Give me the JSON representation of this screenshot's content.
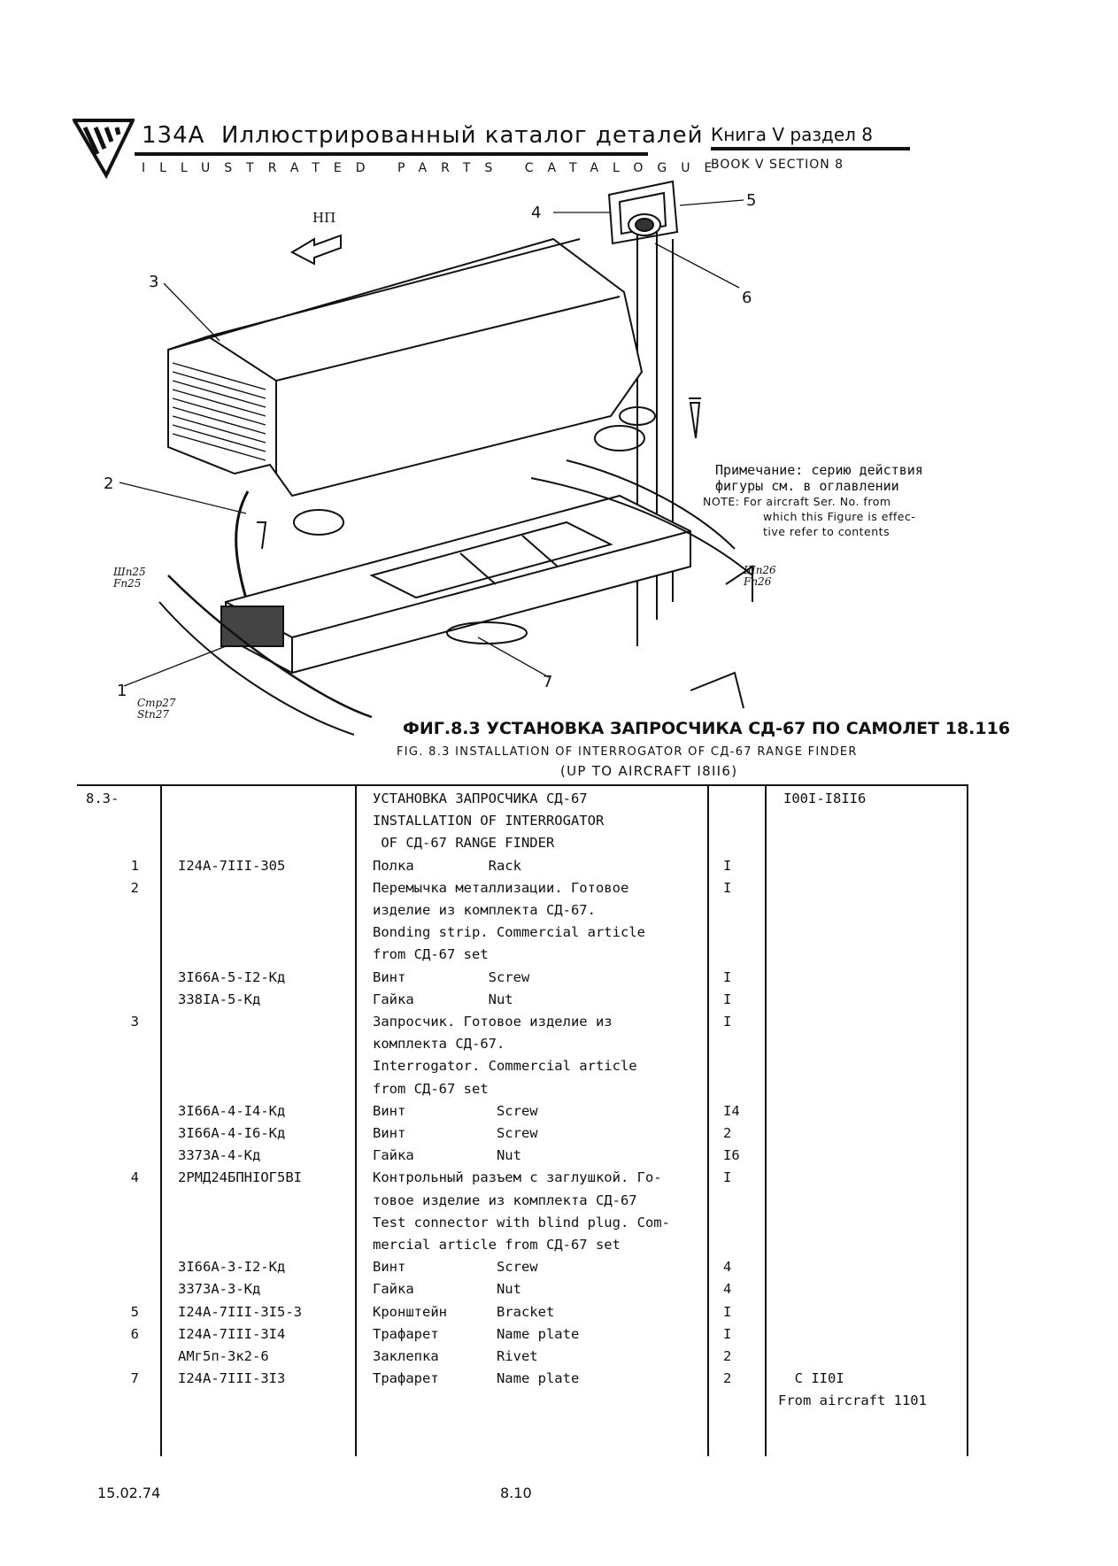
{
  "header": {
    "model": "134A",
    "title_ru": "Иллюстрированный  каталог  деталей",
    "title_en": "ILLUSTRATED PARTS CATALOGUE",
    "book_ru": "Книга V  раздел 8",
    "book_en": "BOOK  V  SECTION 8"
  },
  "figure": {
    "direction_label": "НП",
    "callouts": [
      "1",
      "2",
      "3",
      "4",
      "5",
      "6",
      "7"
    ],
    "zone_left_top": [
      "Шп25",
      "Fn25"
    ],
    "zone_right": [
      "Шп26",
      "Fn26"
    ],
    "zone_left_bottom": [
      "Стр27",
      "Stn27"
    ],
    "note_ru_1": "Примечание:  серию действия",
    "note_ru_2": "фигуры см. в оглавлении",
    "note_en_1": "NOTE: For aircraft Ser. No. from",
    "note_en_2": "which this Figure is effec-",
    "note_en_3": "tive refer to contents",
    "caption_ru": "ФИГ.8.3  УСТАНОВКА  ЗАПРОСЧИКА СД-67  ПО  САМОЛЕТ 18.116",
    "caption_en_1": "FIG. 8.3 INSTALLATION OF INTERROGATOR OF СД-67 RANGE FINDER",
    "caption_en_2": "(UP TO AIRCRAFT I8II6)"
  },
  "table": {
    "figure_ref": "8.3-",
    "effectivity_header": "I00I-I8II6",
    "rows": [
      {
        "item": "",
        "part": "",
        "desc": "УСТАНОВКА ЗАПРОСЧИКА СД-67",
        "qty": "",
        "eff": ""
      },
      {
        "item": "",
        "part": "",
        "desc": "INSTALLATION OF INTERROGATOR",
        "qty": "",
        "eff": ""
      },
      {
        "item": "",
        "part": "",
        "desc": " OF СД-67 RANGE FINDER",
        "qty": "",
        "eff": ""
      },
      {
        "item": "1",
        "part": "I24A-7III-305",
        "desc": "Полка         Rack",
        "qty": "I",
        "eff": ""
      },
      {
        "item": "2",
        "part": "",
        "desc": "Перемычка металлизации. Готовое",
        "qty": "I",
        "eff": ""
      },
      {
        "item": "",
        "part": "",
        "desc": "изделие из комплекта СД-67.",
        "qty": "",
        "eff": ""
      },
      {
        "item": "",
        "part": "",
        "desc": "Bonding strip. Commercial article",
        "qty": "",
        "eff": ""
      },
      {
        "item": "",
        "part": "",
        "desc": "from СД-67 set",
        "qty": "",
        "eff": ""
      },
      {
        "item": "",
        "part": "3I66A-5-I2-Кд",
        "desc": "Винт          Screw",
        "qty": "I",
        "eff": ""
      },
      {
        "item": "",
        "part": "338IA-5-Кд",
        "desc": "Гайка         Nut",
        "qty": "I",
        "eff": ""
      },
      {
        "item": "3",
        "part": "",
        "desc": "Запросчик. Готовое изделие из",
        "qty": "I",
        "eff": ""
      },
      {
        "item": "",
        "part": "",
        "desc": "комплекта СД-67.",
        "qty": "",
        "eff": ""
      },
      {
        "item": "",
        "part": "",
        "desc": "Interrogator. Commercial article",
        "qty": "",
        "eff": ""
      },
      {
        "item": "",
        "part": "",
        "desc": "from СД-67 set",
        "qty": "",
        "eff": ""
      },
      {
        "item": "",
        "part": "3I66A-4-I4-Кд",
        "desc": "Винт           Screw",
        "qty": "I4",
        "eff": ""
      },
      {
        "item": "",
        "part": "3I66A-4-I6-Кд",
        "desc": "Винт           Screw",
        "qty": "2",
        "eff": ""
      },
      {
        "item": "",
        "part": "3373A-4-Кд",
        "desc": "Гайка          Nut",
        "qty": "I6",
        "eff": ""
      },
      {
        "item": "4",
        "part": "2РМД24БПНIОГ5ВI",
        "desc": "Контрольный разъем с заглушкой. Го-",
        "qty": "I",
        "eff": ""
      },
      {
        "item": "",
        "part": "",
        "desc": "товое изделие из комплекта СД-67",
        "qty": "",
        "eff": ""
      },
      {
        "item": "",
        "part": "",
        "desc": "Test connector with blind plug. Com-",
        "qty": "",
        "eff": ""
      },
      {
        "item": "",
        "part": "",
        "desc": "mercial article from СД-67 set",
        "qty": "",
        "eff": ""
      },
      {
        "item": "",
        "part": "3I66A-3-I2-Кд",
        "desc": "Винт           Screw",
        "qty": "4",
        "eff": ""
      },
      {
        "item": "",
        "part": "3373A-3-Кд",
        "desc": "Гайка          Nut",
        "qty": "4",
        "eff": ""
      },
      {
        "item": "5",
        "part": "I24A-7III-3I5-3",
        "desc": "Кронштейн      Bracket",
        "qty": "I",
        "eff": ""
      },
      {
        "item": "6",
        "part": "I24A-7III-3I4",
        "desc": "Трафарет       Name plate",
        "qty": "I",
        "eff": ""
      },
      {
        "item": "",
        "part": "АМг5п-3к2-6",
        "desc": "Заклепка       Rivet",
        "qty": "2",
        "eff": ""
      },
      {
        "item": "7",
        "part": "I24A-7III-3I3",
        "desc": "Трафарет       Name plate",
        "qty": "2",
        "eff": "  С II0I"
      },
      {
        "item": "",
        "part": "",
        "desc": "",
        "qty": "",
        "eff": "From aircraft 1101"
      }
    ]
  },
  "footer": {
    "date": "15.02.74",
    "page": "8.10"
  }
}
